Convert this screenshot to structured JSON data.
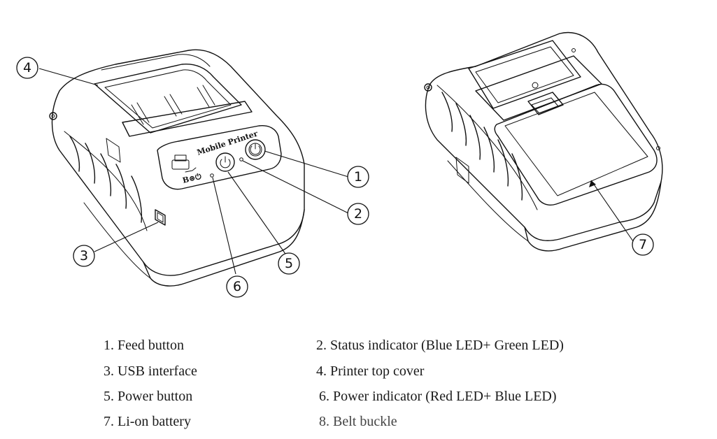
{
  "diagram": {
    "front_brand_text": "Mobile Printer",
    "callouts": [
      "1",
      "2",
      "3",
      "4",
      "5",
      "6",
      "7"
    ]
  },
  "legend": [
    {
      "number": "1.",
      "text": "Feed button"
    },
    {
      "number": "2.",
      "text": "Status indicator (Blue LED+ Green LED)"
    },
    {
      "number": "3.",
      "text": "USB interface"
    },
    {
      "number": "4.",
      "text": "Printer top cover"
    },
    {
      "number": "5.",
      "text": "Power button"
    },
    {
      "number": "6.",
      "text": "Power indicator (Red LED+ Blue LED)"
    },
    {
      "number": "7.",
      "text": "Li-on battery"
    },
    {
      "number": "8.",
      "text": "Belt buckle"
    }
  ]
}
